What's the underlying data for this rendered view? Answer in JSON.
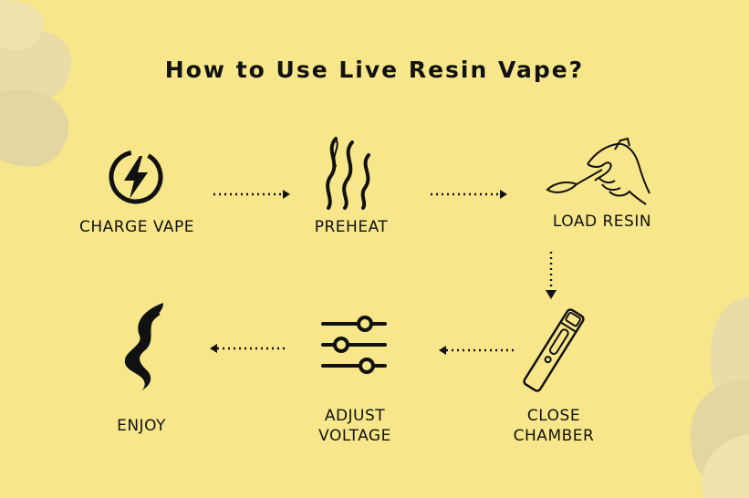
{
  "title": "How to Use Live Resin Vape?",
  "steps": [
    {
      "label": "CHARGE VAPE",
      "icon": "lightning-bolt-icon"
    },
    {
      "label": "PREHEAT",
      "icon": "heat-waves-icon"
    },
    {
      "label": "LOAD RESIN",
      "icon": "hand-dab-tool-icon"
    },
    {
      "label": "CLOSE",
      "label2": "CHAMBER",
      "icon": "vape-pen-icon"
    },
    {
      "label": "ADJUST",
      "label2": "VOLTAGE",
      "icon": "sliders-icon"
    },
    {
      "label": "ENJOY",
      "icon": "smoke-swirl-icon"
    }
  ],
  "colors": {
    "background": "#f7e68a",
    "ink": "#111111",
    "decoration": "#e4d6a0"
  }
}
